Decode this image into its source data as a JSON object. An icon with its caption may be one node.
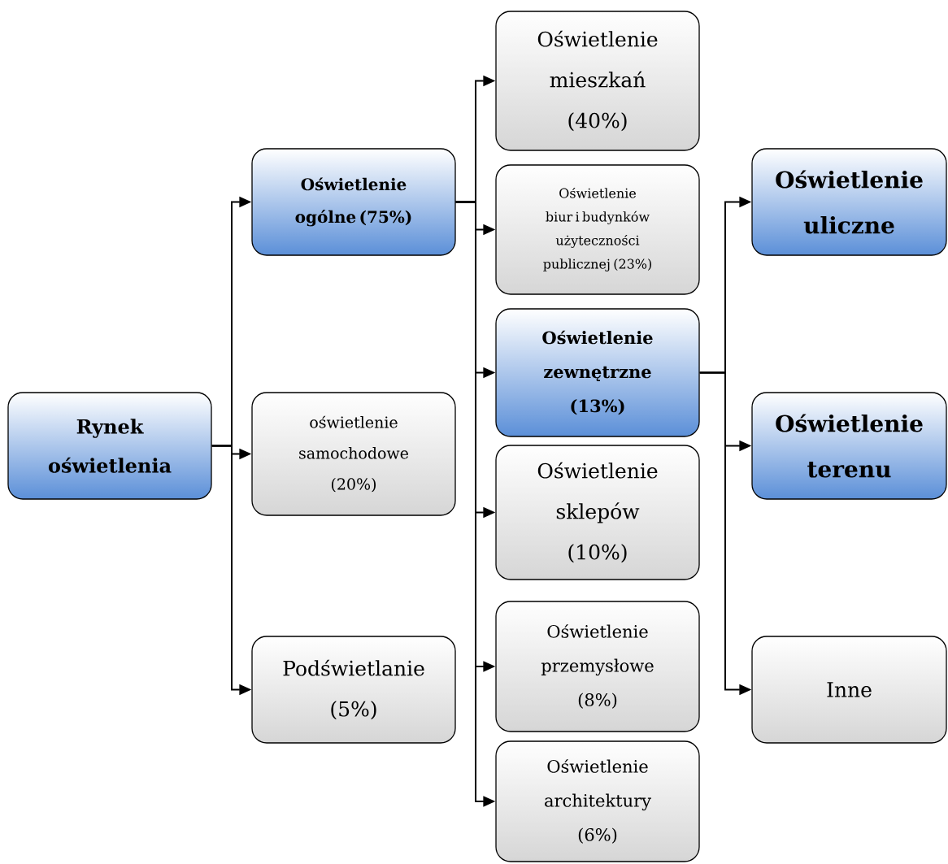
{
  "diagram": {
    "nodes": [
      {
        "text": [
          "Rynek oświetlenia"
        ]
      },
      {
        "text": [
          "Oświetlenie ogólne (75%)"
        ]
      },
      {
        "text": [
          "oświetlenie samochodowe (20%)"
        ]
      },
      {
        "text": [
          "Podświetlanie (5%)"
        ]
      },
      {
        "text": [
          "Oświetlenie mieszkań (40%)"
        ]
      },
      {
        "text": [
          "Oświetlenie biur i budynków użyteczności publicznej (23%)"
        ]
      },
      {
        "text": [
          "Oświetlenie zewnętrzne (13%)"
        ]
      },
      {
        "text": [
          "Oświetlenie sklepów (10%)"
        ]
      },
      {
        "text": [
          "Oświetlenie przemysłowe (8%)"
        ]
      },
      {
        "text": [
          "Oświetlenie architektury (6%)"
        ]
      },
      {
        "text": [
          "Oświetlenie uliczne"
        ]
      },
      {
        "text": [
          "Oświetlenie terenu"
        ]
      },
      {
        "text": [
          "Inne"
        ]
      }
    ],
    "edges": [
      {
        "from": 0,
        "to": 1,
        "arrow": "to"
      },
      {
        "from": 0,
        "to": 2,
        "arrow": "to"
      },
      {
        "from": 0,
        "to": 3,
        "arrow": "to"
      },
      {
        "from": 1,
        "to": 4,
        "arrow": "to"
      },
      {
        "from": 1,
        "to": 5,
        "arrow": "to"
      },
      {
        "from": 1,
        "to": 6,
        "arrow": "to"
      },
      {
        "from": 1,
        "to": 7,
        "arrow": "to"
      },
      {
        "from": 1,
        "to": 8,
        "arrow": "to"
      },
      {
        "from": 1,
        "to": 9,
        "arrow": "to"
      },
      {
        "from": 6,
        "to": 10,
        "arrow": "to"
      },
      {
        "from": 6,
        "to": 11,
        "arrow": "to"
      },
      {
        "from": 6,
        "to": 12,
        "arrow": "to"
      }
    ]
  }
}
